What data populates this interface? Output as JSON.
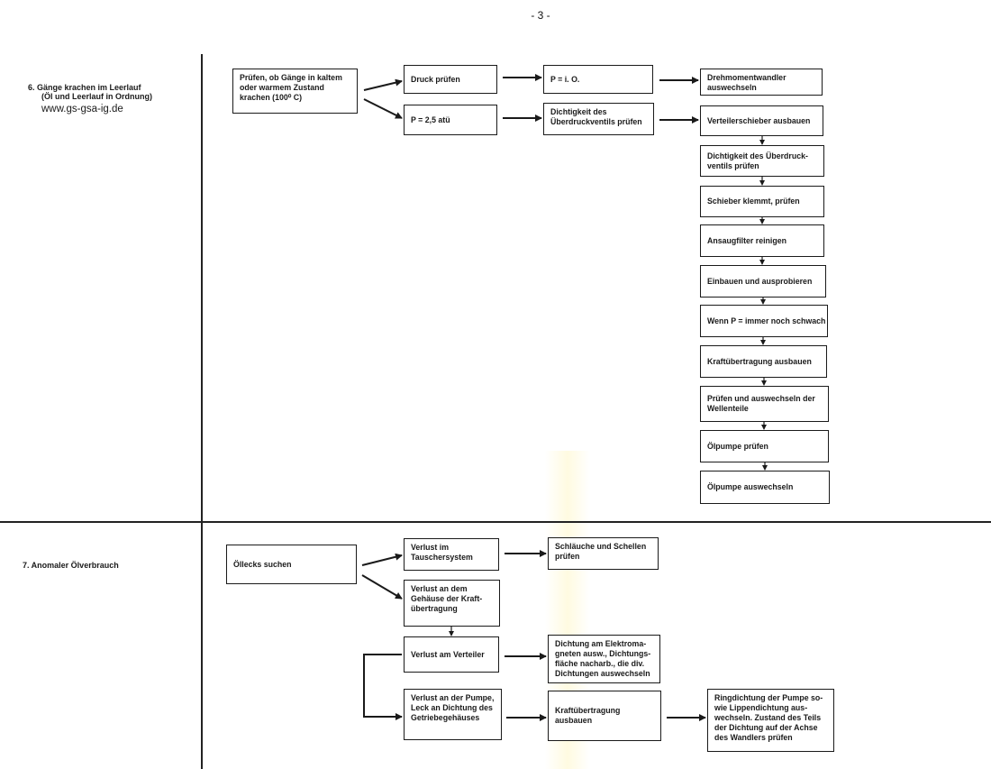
{
  "page_number": "- 3 -",
  "source_url": "www.gs-gsa-ig.de",
  "sections": [
    {
      "title_line1": "6.  Gänge krachen im Leerlauf",
      "title_line2": "(Öl und Leerlauf in Ordnung)",
      "boxes": {
        "start": "Prüfen, ob Gänge in kaltem oder warmem Zustand krachen (100⁰ C)",
        "druck": "Druck prüfen",
        "p_io": "P =  i. O.",
        "wandler": "Drehmomentwandler auswechseln",
        "p_value": "P =          2,5 atü",
        "dicht_ueber": "Dichtigkeit des Überdruckventils prüfen",
        "verteilerschieber": "Verteilerschieber ausbauen",
        "chain": [
          "Dichtigkeit des Überdruck-ventils prüfen",
          "Schieber klemmt, prüfen",
          "Ansaugfilter reinigen",
          "Einbauen und ausprobieren",
          "Wenn P = immer noch schwach",
          "Kraftübertragung ausbauen",
          "Prüfen und auswechseln der Wellenteile",
          "Ölpumpe prüfen",
          "Ölpumpe auswechseln"
        ]
      }
    },
    {
      "title_line1": "7.  Anomaler Ölverbrauch",
      "boxes": {
        "start": "Öllecks suchen",
        "tauscher": "Verlust im Tauschersystem",
        "schlaeuche": "Schläuche und Schellen prüfen",
        "gehaeuse": "Verlust an dem Gehäuse der Kraft-übertragung",
        "verteiler": "Verlust am Verteiler",
        "dichtung_elektro": "Dichtung am Elektroma-gneten ausw., Dichtungs-fläche nacharb., die div. Dichtungen auswechseln",
        "pumpe": "Verlust an der Pumpe, Leck an Dichtung des Getriebegehäuses",
        "kraft_ausbauen": "Kraftübertragung ausbauen",
        "ringdichtung": "Ringdichtung der Pumpe so-wie Lippendichtung aus-wechseln. Zustand des Teils der Dichtung auf der Achse des Wandlers prüfen"
      }
    }
  ]
}
